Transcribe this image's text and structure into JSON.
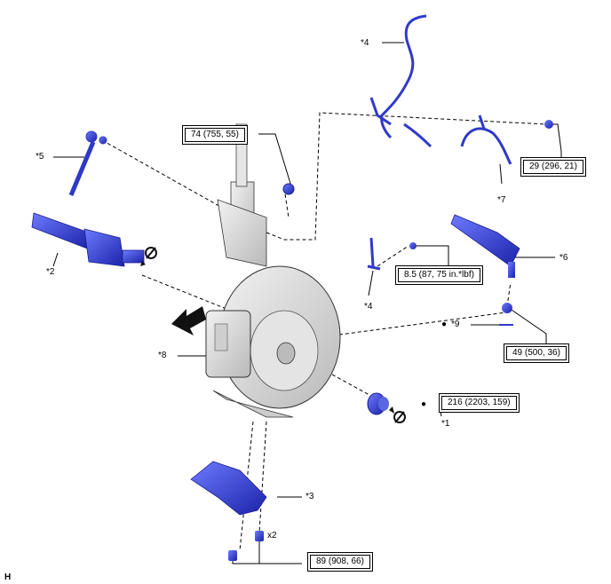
{
  "labels": {
    "c1": "*1",
    "c2": "*2",
    "c3": "*3",
    "c4a": "*4",
    "c4b": "*4",
    "c5": "*5",
    "c6": "*6",
    "c7": "*7",
    "c8": "*8",
    "c9": "*9",
    "x2": "x2",
    "corner": "H",
    "bullet": "●"
  },
  "torques": {
    "t74": "74 (755, 55)",
    "t29": "29 (296, 21)",
    "t8_5": "8.5 (87, 75 in.*lbf)",
    "t49": "49 (500, 36)",
    "t216": "216 (2203, 159)",
    "t89": "89 (908, 66)"
  },
  "colors": {
    "part_blue": "#2f39c8",
    "part_dark_blue": "#1a1f8f",
    "gray_part": "#d8d8d8",
    "line": "#000000"
  }
}
